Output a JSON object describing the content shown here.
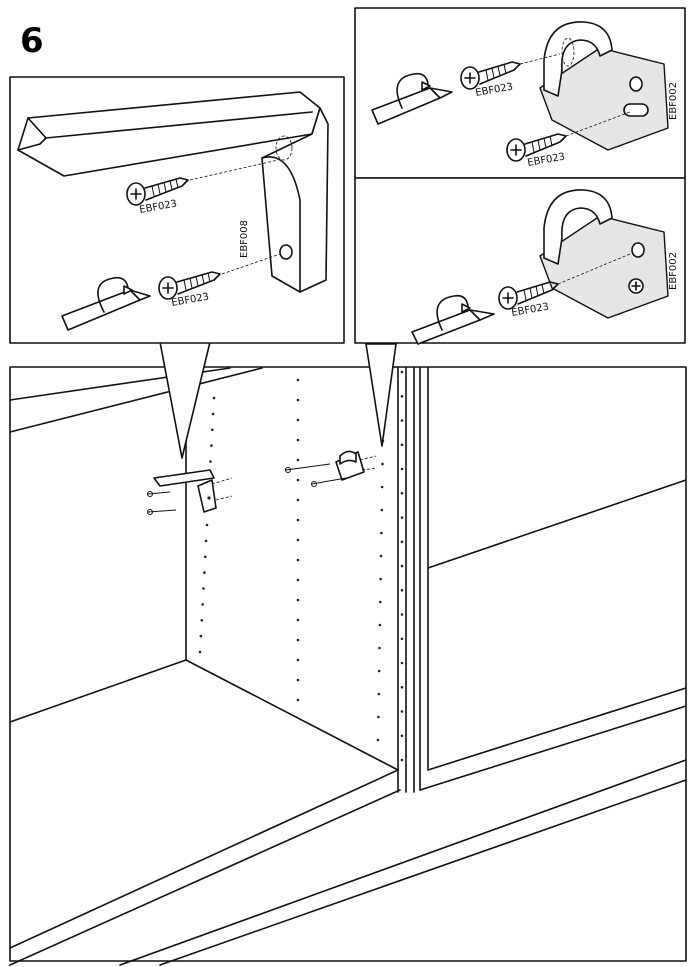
{
  "step_number": "6",
  "part_codes": {
    "screw": "EBF023",
    "rod_bracket": "EBF008",
    "rod_holder": "EBF002"
  }
}
